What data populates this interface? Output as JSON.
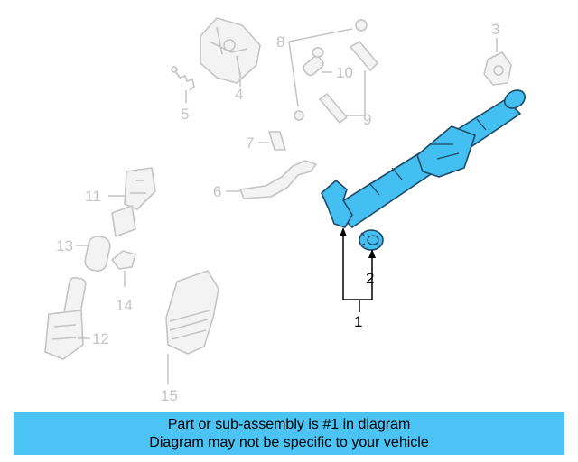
{
  "diagram": {
    "callouts": {
      "c1": "1",
      "c2": "2",
      "c3": "3",
      "c4": "4",
      "c5": "5",
      "c6": "6",
      "c7": "7",
      "c8": "8",
      "c9": "9",
      "c10": "10",
      "c11": "11",
      "c12": "12",
      "c13": "13",
      "c14": "14",
      "c15": "15"
    },
    "colors": {
      "highlight_part": "#44bff2",
      "background_part": "#c4c4c4",
      "banner": "#4cc3f5"
    }
  },
  "banner": {
    "line1": "Part or sub-assembly is #1 in diagram",
    "line2": "Diagram may not be specific to your vehicle"
  }
}
